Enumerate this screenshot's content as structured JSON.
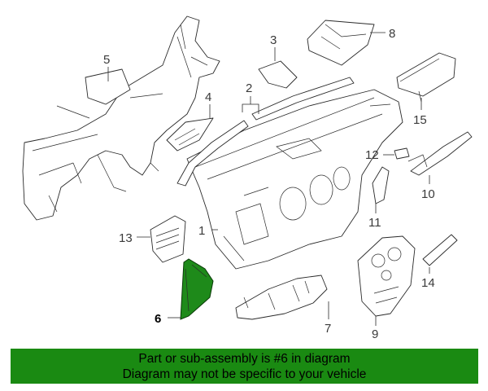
{
  "callouts": {
    "c1": "1",
    "c2": "2",
    "c3": "3",
    "c4": "4",
    "c5": "5",
    "c6": "6",
    "c7": "7",
    "c8": "8",
    "c9": "9",
    "c10": "10",
    "c11": "11",
    "c12": "12",
    "c13": "13",
    "c14": "14",
    "c15": "15"
  },
  "highlight": {
    "part_number": "6",
    "fill_color": "#1e8a1a"
  },
  "banner": {
    "line1": "Part or sub-assembly is #6 in diagram",
    "line2": "Diagram may not be specific to your vehicle",
    "background_color": "#1a8a12"
  }
}
